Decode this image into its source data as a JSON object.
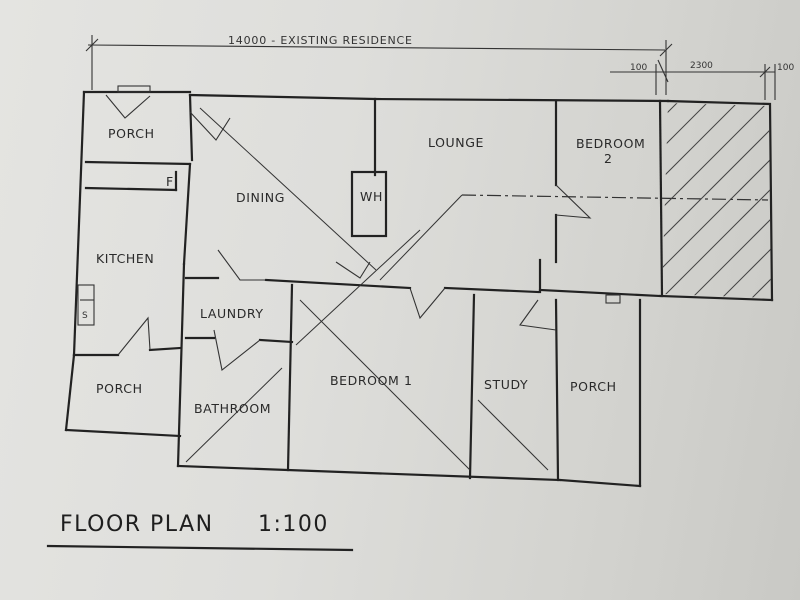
{
  "dimensions": {
    "existing": "14000 - EXISTING RESIDENCE",
    "left_gap": "100",
    "extension": "2300",
    "right_gap": "100"
  },
  "rooms": {
    "porch_nw": "PORCH",
    "dining": "DINING",
    "lounge": "LOUNGE",
    "bedroom2": "BEDROOM",
    "bedroom2_num": "2",
    "wh": "WH",
    "kitchen": "KITCHEN",
    "fridge": "F",
    "laundry": "LAUNDRY",
    "porch_sw": "PORCH",
    "bathroom": "BATHROOM",
    "bedroom1": "BEDROOM 1",
    "study": "STUDY",
    "porch_se": "PORCH",
    "sink": "S"
  },
  "title": {
    "text": "FLOOR PLAN",
    "scale": "1:100"
  }
}
